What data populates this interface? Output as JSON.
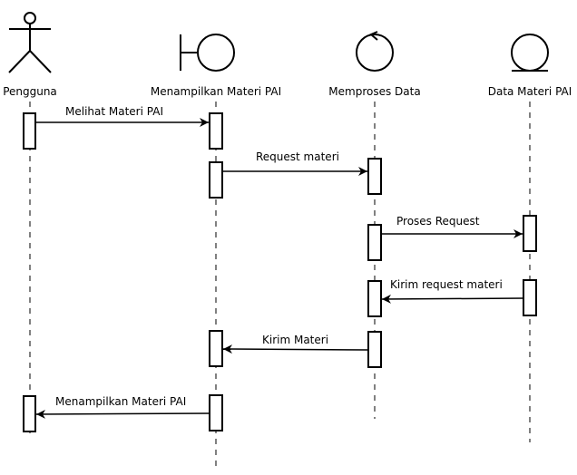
{
  "participants": [
    {
      "id": "pengguna",
      "name": "Pengguna",
      "kind": "actor"
    },
    {
      "id": "menampilkan",
      "name": "Menampilkan Materi PAI",
      "kind": "boundary"
    },
    {
      "id": "memproses",
      "name": "Memproses Data",
      "kind": "control"
    },
    {
      "id": "data",
      "name": "Data Materi PAI",
      "kind": "entity"
    }
  ],
  "messages": [
    {
      "from": "pengguna",
      "to": "menampilkan",
      "label": "Melihat Materi PAI"
    },
    {
      "from": "menampilkan",
      "to": "memproses",
      "label": "Request materi"
    },
    {
      "from": "memproses",
      "to": "data",
      "label": "Proses Request"
    },
    {
      "from": "data",
      "to": "memproses",
      "label": "Kirim request materi"
    },
    {
      "from": "memproses",
      "to": "menampilkan",
      "label": "Kirim Materi"
    },
    {
      "from": "menampilkan",
      "to": "pengguna",
      "label": "Menampilkan Materi PAI"
    }
  ]
}
